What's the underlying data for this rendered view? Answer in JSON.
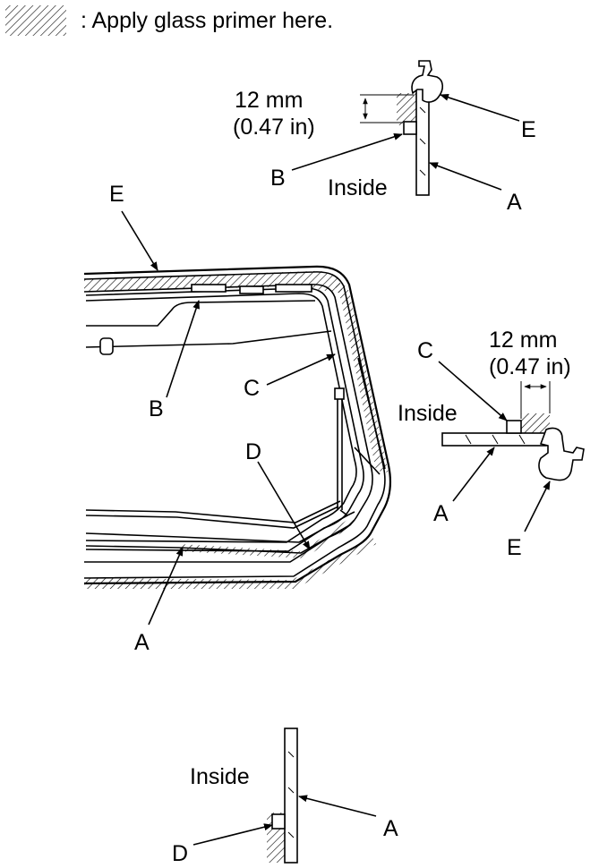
{
  "legend": {
    "text": ": Apply glass primer here."
  },
  "labels": {
    "A": "A",
    "B": "B",
    "C": "C",
    "D": "D",
    "E": "E"
  },
  "inside": "Inside",
  "dimension": {
    "metric": "12 mm",
    "imperial": "(0.47 in)"
  }
}
